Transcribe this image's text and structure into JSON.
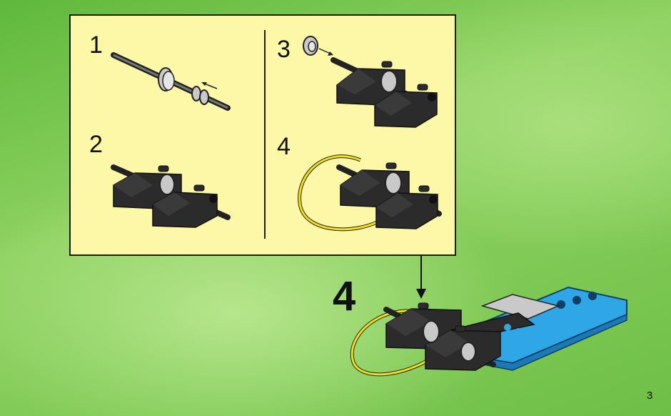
{
  "instruction_page": {
    "substeps": [
      {
        "number": "1",
        "icon": "axle-bushing-assembly-icon"
      },
      {
        "number": "2",
        "icon": "black-bricks-on-axle-icon"
      },
      {
        "number": "3",
        "icon": "bushing-attach-icon"
      },
      {
        "number": "4",
        "icon": "string-attach-icon"
      }
    ],
    "main_step": {
      "number": "4",
      "icon": "blue-vehicle-assembly-icon"
    },
    "page_number": "3"
  },
  "colors": {
    "panel_background": "#fdf7a8",
    "brick_black": "#2b2b2b",
    "bushing_gray": "#c9c9c9",
    "string_yellow": "#f5df1a",
    "plate_blue": "#2fa7e6",
    "background_green": "#7fc955"
  }
}
